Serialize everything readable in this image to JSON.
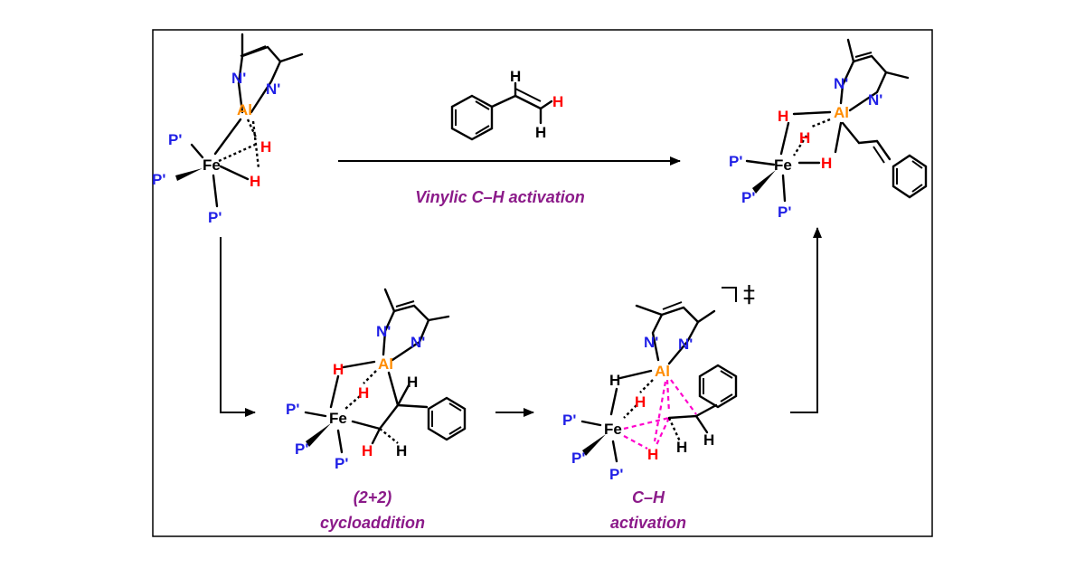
{
  "atoms": {
    "N": "N'",
    "P": "P'",
    "Al": "Al",
    "Fe": "Fe",
    "H": "H"
  },
  "captions": {
    "vinylic": "Vinylic C–H activation",
    "cyclo_line1": "(2+2)",
    "cyclo_line2": "cycloaddition",
    "ch_line1": "C–H",
    "ch_line2": "activation"
  },
  "ts_symbol": "‡",
  "colors": {
    "nitrogen_phosphorus": "#1f1fe6",
    "aluminum": "#ff8c00",
    "highlighted_hydrogen": "#ff0000",
    "caption": "#8b1a89",
    "transition_state_bonds": "#ff00cc"
  }
}
